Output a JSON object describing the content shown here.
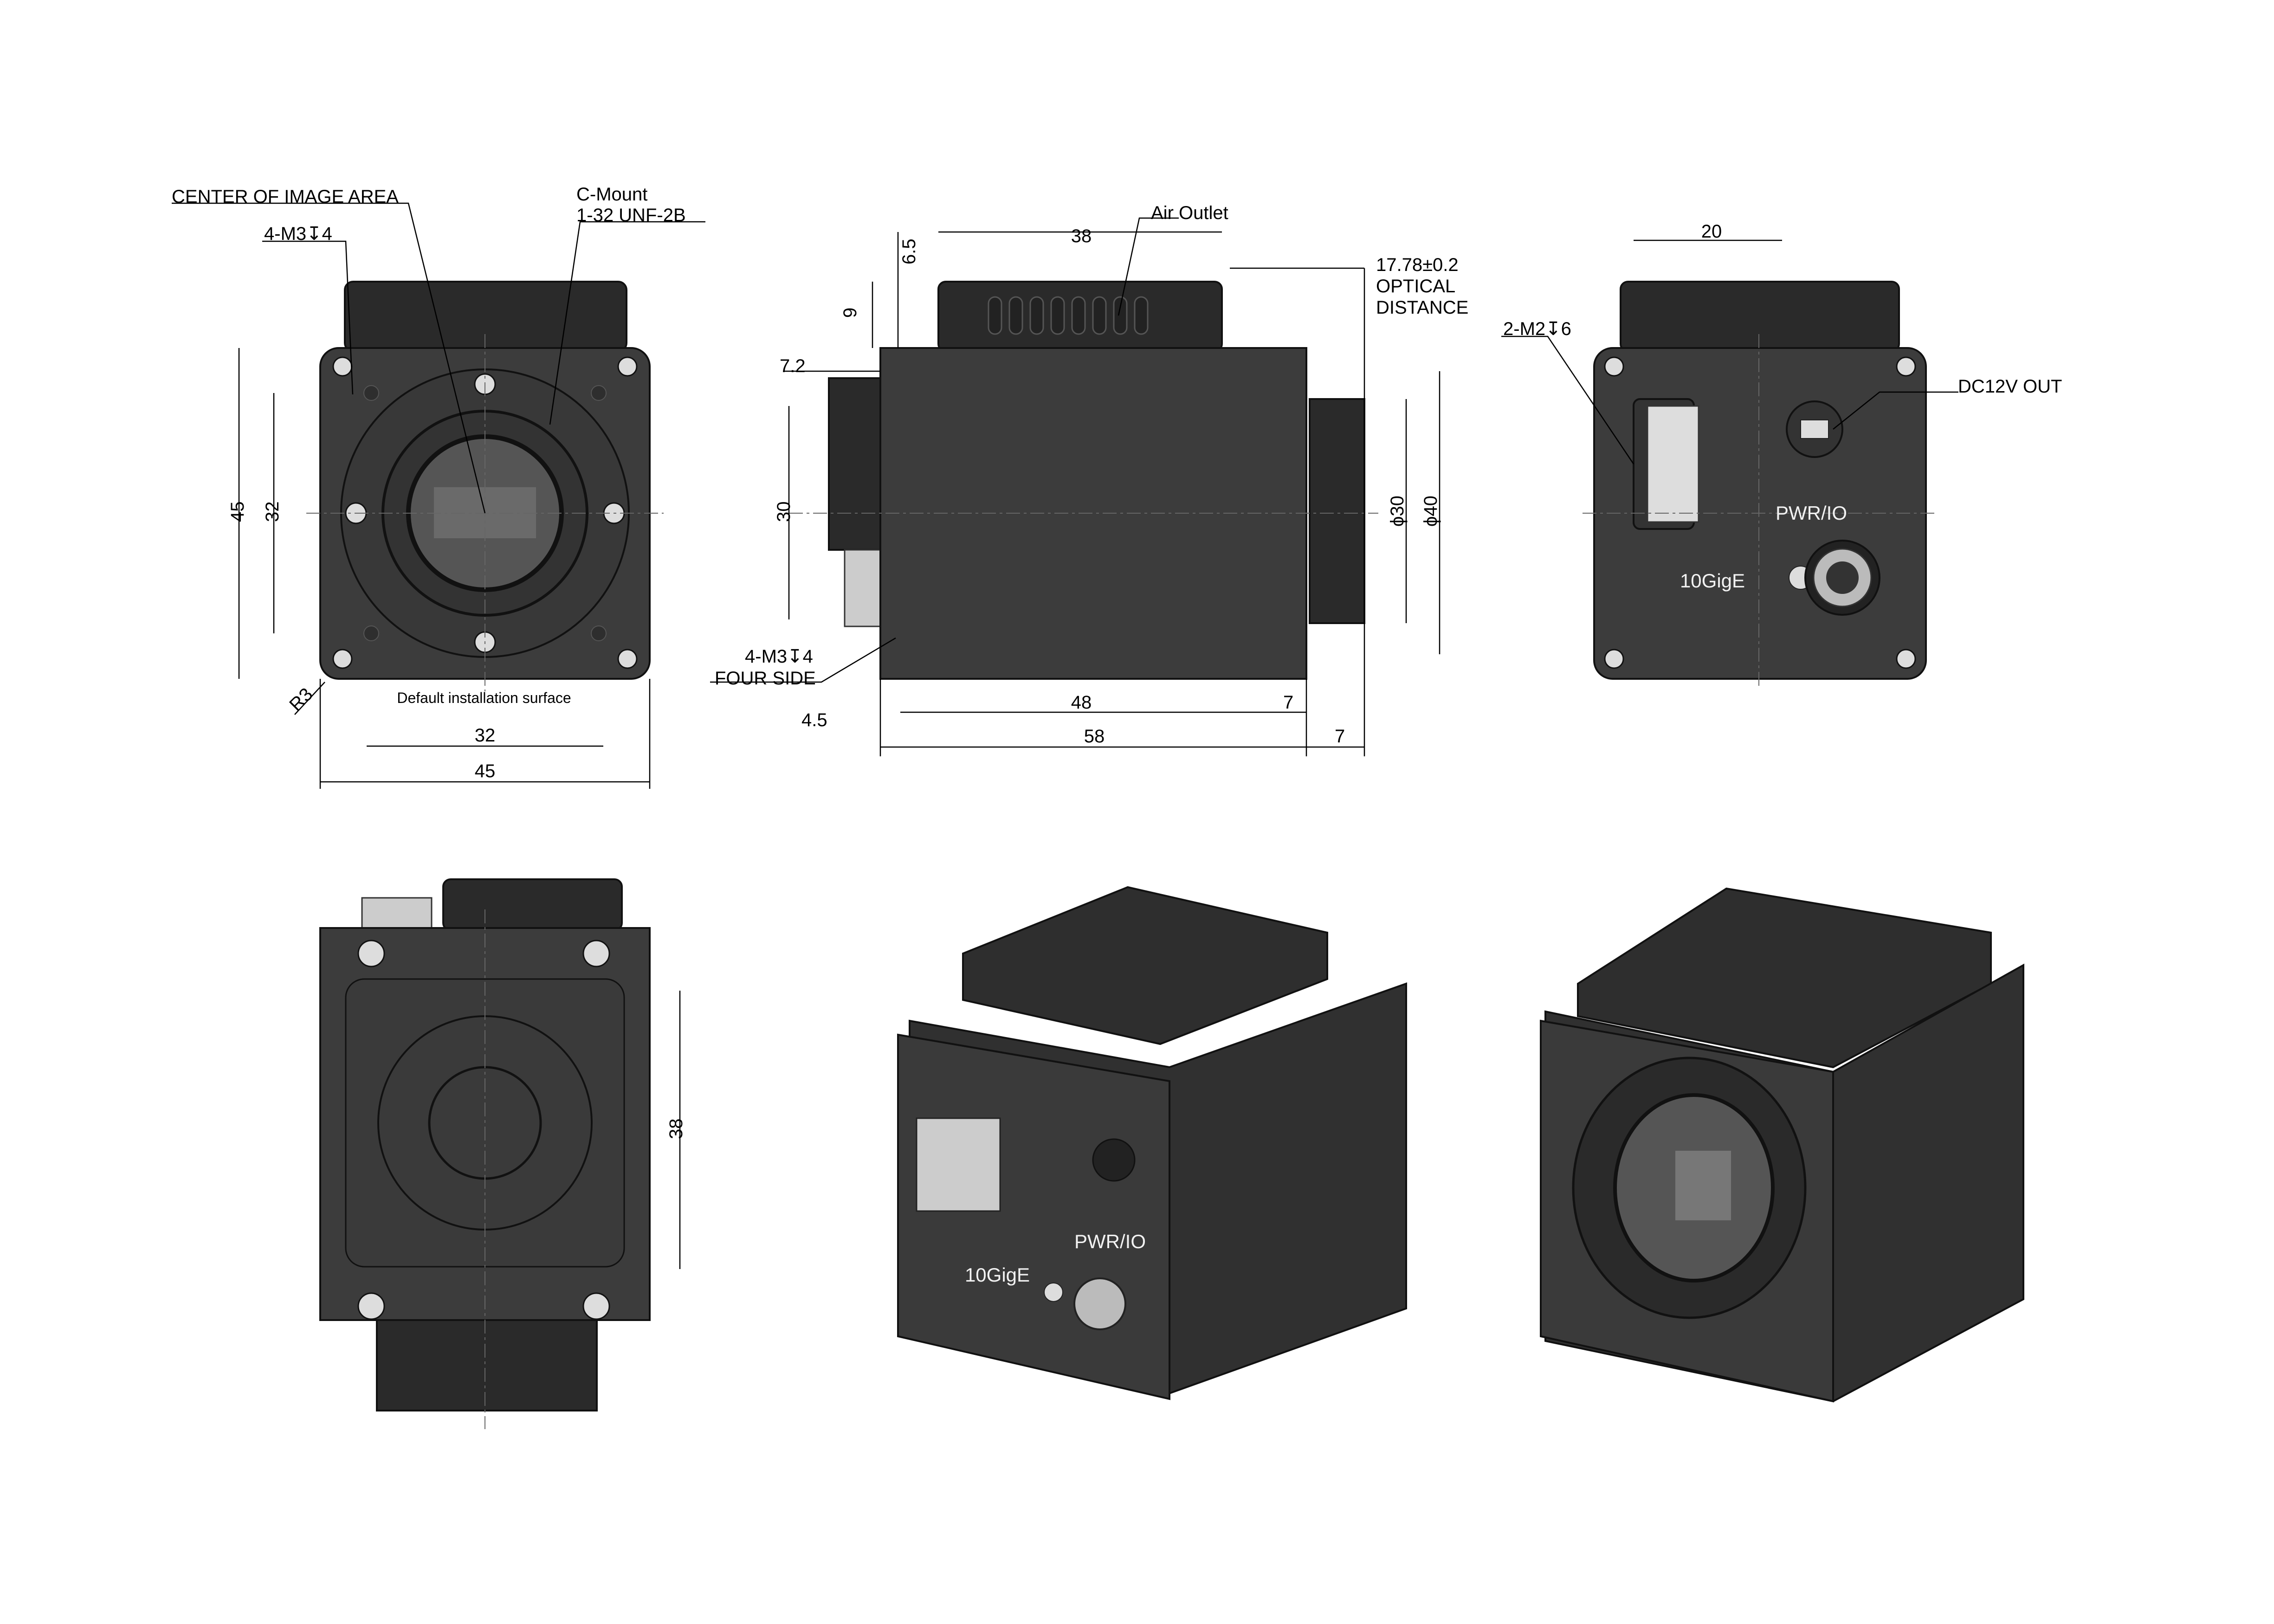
{
  "front_view": {
    "center_label": "CENTER OF IMAGE AREA",
    "mount_label_1": "C-Mount",
    "mount_label_2": "1-32 UNF-2B",
    "holes_label": "4-M3↧4",
    "dim_height": "45",
    "dim_hole_v": "32",
    "radius_label": "R3",
    "surface_label": "Default installation surface",
    "dim_hole_h": "32",
    "dim_width": "45"
  },
  "side_view": {
    "air_outlet_label": "Air Outlet",
    "dim_top": "38",
    "dim_6_5": "6.5",
    "dim_9": "9",
    "dim_7_2": "7.2",
    "dim_30": "30",
    "optical_1": "17.78±0.2",
    "optical_2": "OPTICAL",
    "optical_3": "DISTANCE",
    "dim_d30": "ϕ30",
    "dim_d40": "ϕ40",
    "holes_label_1": "4-M3↧4",
    "holes_label_2": "FOUR SIDE",
    "dim_48": "48",
    "dim_7a": "7",
    "dim_4_5": "4.5",
    "dim_58": "58",
    "dim_7b": "7"
  },
  "back_view": {
    "dim_20": "20",
    "holes_label": "2-M2↧6",
    "dc_label": "DC12V OUT",
    "pwr_label": "PWR/IO",
    "eth_label": "10GigE"
  },
  "bottom_view": {
    "dim_38": "38"
  },
  "iso_view": {
    "pwr_label": "PWR/IO",
    "eth_label": "10GigE"
  }
}
